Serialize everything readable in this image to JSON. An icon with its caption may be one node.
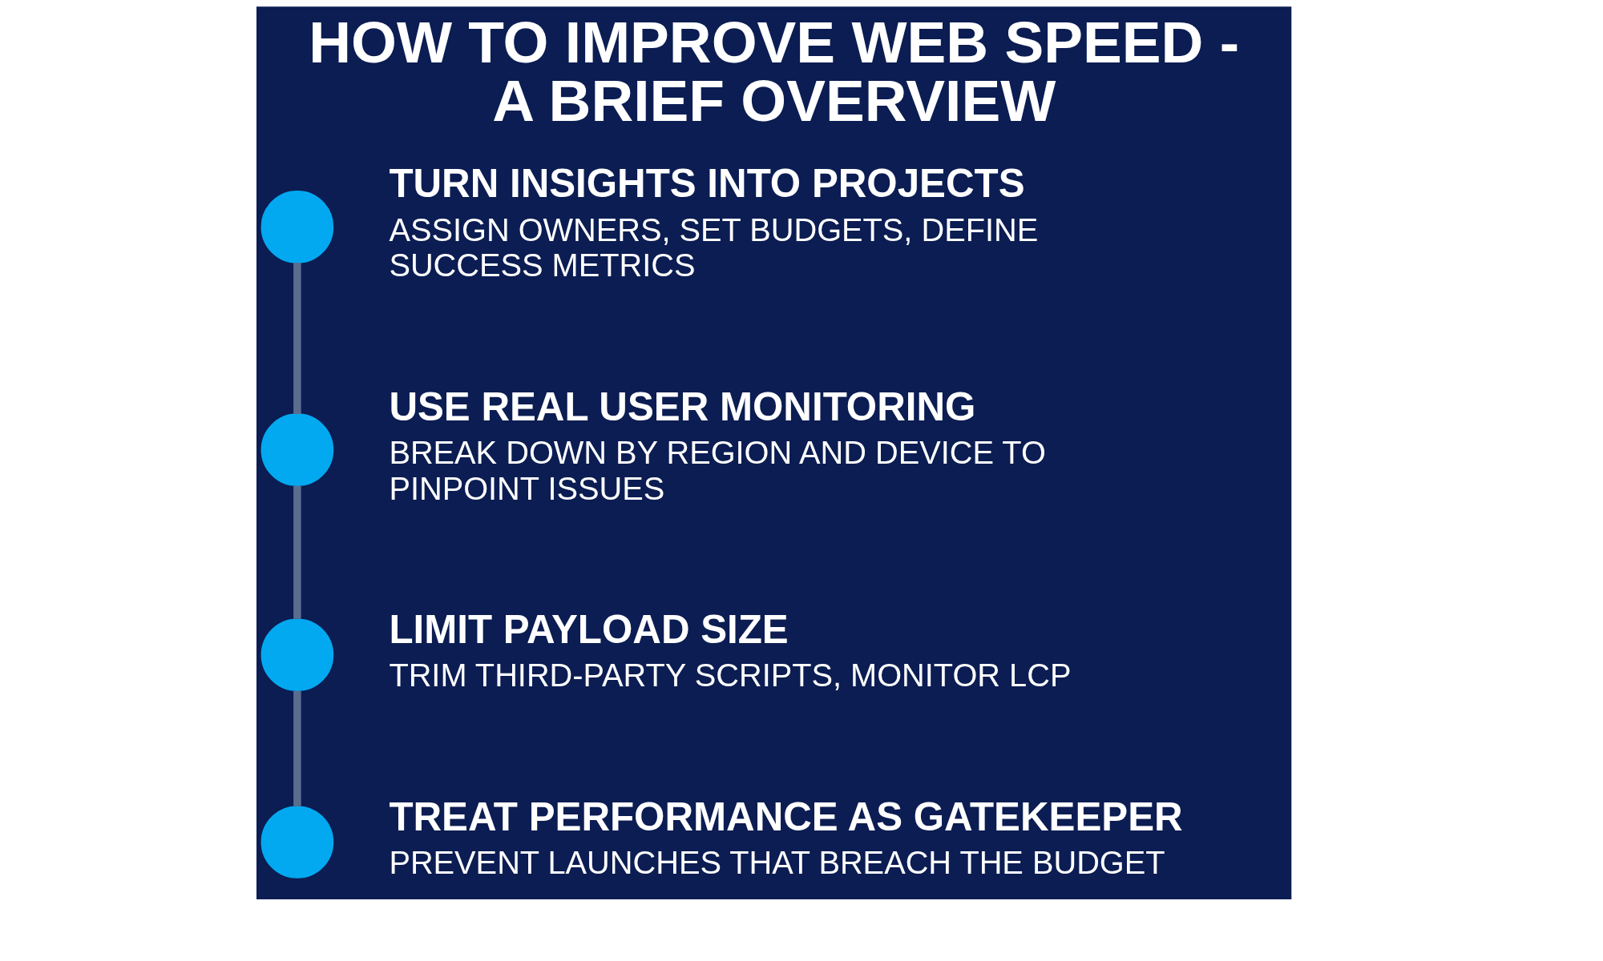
{
  "diagram": {
    "title": "HOW TO IMPROVE WEB SPEED - A BRIEF OVERVIEW",
    "nodes": [
      {
        "text": [],
        "shape": "circle",
        "beside": [
          "TURN INSIGHTS INTO PROJECTS",
          "ASSIGN OWNERS, SET BUDGETS, DEFINE SUCCESS METRICS"
        ]
      },
      {
        "text": [],
        "shape": "circle",
        "beside": [
          "USE REAL USER MONITORING",
          "BREAK DOWN BY REGION AND DEVICE TO PINPOINT ISSUES"
        ]
      },
      {
        "text": [],
        "shape": "circle",
        "beside": [
          "LIMIT PAYLOAD SIZE",
          "TRIM THIRD-PARTY SCRIPTS, MONITOR LCP"
        ]
      },
      {
        "text": [],
        "shape": "circle",
        "beside": [
          "TREAT PERFORMANCE AS GATEKEEPER",
          "PREVENT LAUNCHES THAT BREACH THE BUDGET"
        ]
      }
    ],
    "edges": [
      {
        "from": 0,
        "to": 1,
        "arrow": "none"
      },
      {
        "from": 1,
        "to": 2,
        "arrow": "none"
      },
      {
        "from": 2,
        "to": 3,
        "arrow": "none"
      }
    ]
  }
}
